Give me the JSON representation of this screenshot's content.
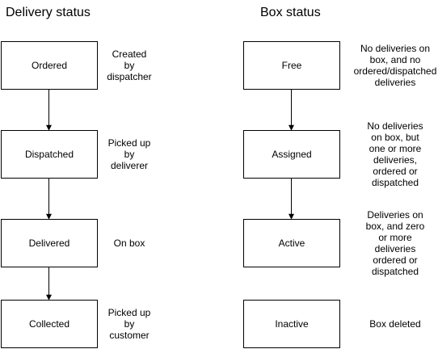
{
  "delivery": {
    "title": "Delivery status",
    "states": [
      {
        "label": "Ordered",
        "note": [
          "Created",
          "by",
          "dispatcher"
        ]
      },
      {
        "label": "Dispatched",
        "note": [
          "Picked up",
          "by",
          "deliverer"
        ]
      },
      {
        "label": "Delivered",
        "note": [
          "On box"
        ]
      },
      {
        "label": "Collected",
        "note": [
          "Picked up",
          "by",
          "customer"
        ]
      }
    ]
  },
  "box": {
    "title": "Box status",
    "states": [
      {
        "label": "Free",
        "note": [
          "No deliveries on",
          "box, and no",
          "ordered/dispatched",
          "deliveries"
        ]
      },
      {
        "label": "Assigned",
        "note": [
          "No deliveries",
          "on box, but",
          "one or more",
          "deliveries,",
          "ordered or",
          "dispatched"
        ]
      },
      {
        "label": "Active",
        "note": [
          "Deliveries on",
          "box, and zero",
          "or more",
          "deliveries",
          "ordered or",
          "dispatched"
        ]
      },
      {
        "label": "Inactive",
        "note": [
          "Box deleted"
        ]
      }
    ]
  },
  "transitions": [
    {
      "from": "Ordered",
      "to": "Dispatched"
    },
    {
      "from": "Dispatched",
      "to": "Delivered"
    },
    {
      "from": "Delivered",
      "to": "Collected"
    },
    {
      "from": "Free",
      "to": "Assigned"
    },
    {
      "from": "Assigned",
      "to": "Active"
    }
  ]
}
